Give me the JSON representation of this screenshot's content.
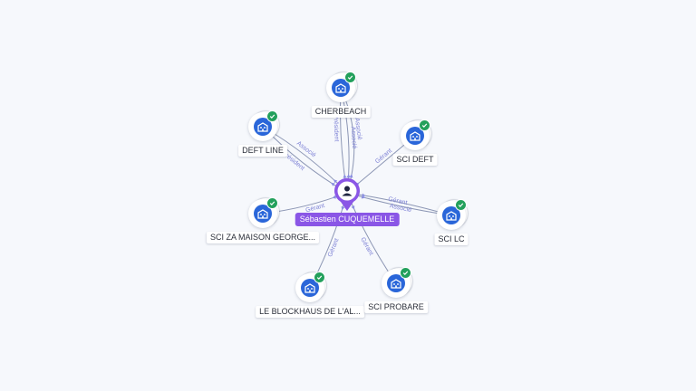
{
  "center": {
    "name": "Sébastien CUQUEMELLE",
    "icon": "person-icon"
  },
  "companies": [
    {
      "id": "cherbeach",
      "name": "CHERBEACH",
      "icon": "building-icon",
      "verified": true
    },
    {
      "id": "deft-line",
      "name": "DEFT LINE",
      "icon": "building-icon",
      "verified": true
    },
    {
      "id": "sci-deft",
      "name": "SCI DEFT",
      "icon": "building-icon",
      "verified": true
    },
    {
      "id": "sci-za-maison",
      "name": "SCI ZA MAISON GEORGE...",
      "icon": "building-icon",
      "verified": true
    },
    {
      "id": "sci-lc",
      "name": "SCI LC",
      "icon": "building-icon",
      "verified": true
    },
    {
      "id": "le-blockhaus",
      "name": "LE BLOCKHAUS DE L'AL...",
      "icon": "building-icon",
      "verified": true
    },
    {
      "id": "sci-probare",
      "name": "SCI PROBARE",
      "icon": "building-icon",
      "verified": true
    }
  ],
  "relations": [
    {
      "target": "cherbeach",
      "labels": [
        "Président"
      ]
    },
    {
      "target": "cherbeach",
      "labels": [
        "Associé"
      ]
    },
    {
      "target": "cherbeach",
      "labels": [
        "Associé"
      ]
    },
    {
      "target": "deft-line",
      "labels": [
        "Président"
      ]
    },
    {
      "target": "deft-line",
      "labels": [
        "Associé"
      ]
    },
    {
      "target": "sci-deft",
      "labels": [
        "Gérant"
      ]
    },
    {
      "target": "sci-za-maison",
      "labels": [
        "Gérant"
      ]
    },
    {
      "target": "sci-lc",
      "labels": [
        "Gérant"
      ]
    },
    {
      "target": "sci-lc",
      "labels": [
        "Associé"
      ]
    },
    {
      "target": "le-blockhaus",
      "labels": [
        "Gérant"
      ]
    },
    {
      "target": "sci-probare",
      "labels": [
        "Gérant"
      ]
    }
  ],
  "colors": {
    "company_fill": "#2a66d9",
    "verified_badge": "#23a05c",
    "person_pin": "#8a56e6",
    "edge": "#8c96b4",
    "edge_label": "#7f83d6"
  }
}
